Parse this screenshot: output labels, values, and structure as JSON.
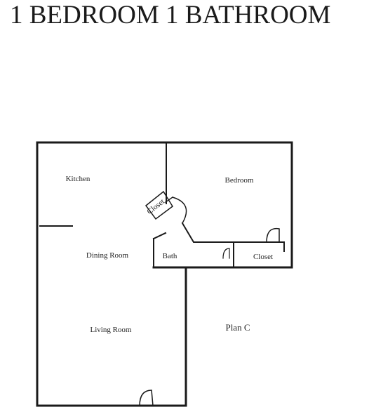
{
  "title": "1 BEDROOM 1 BATHROOM",
  "rooms": {
    "kitchen": "Kitchen",
    "bedroom": "Bedroom",
    "closet_small": "Closet",
    "dining": "Dining Room",
    "bath": "Bath",
    "closet": "Closet",
    "living": "Living Room"
  },
  "plan_name": "Plan C"
}
